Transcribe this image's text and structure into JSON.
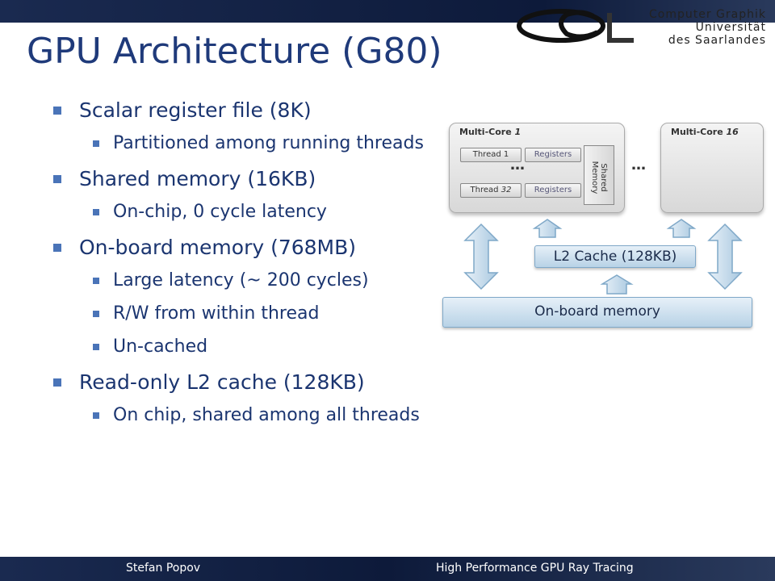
{
  "logo": {
    "line1": "Computer Graphik",
    "line2": "Universität",
    "line3": "des Saarlandes"
  },
  "title": "GPU Architecture (G80)",
  "bullets": [
    {
      "text": "Scalar register file (8K)",
      "sub": [
        "Partitioned among running threads"
      ]
    },
    {
      "text": "Shared memory (16KB)",
      "sub": [
        "On-chip, 0 cycle latency"
      ]
    },
    {
      "text": "On-board memory (768MB)",
      "sub": [
        "Large latency (~ 200 cycles)",
        "R/W from within thread",
        "Un-cached"
      ]
    },
    {
      "text": "Read-only L2 cache (128KB)",
      "sub": [
        "On chip, shared among all threads"
      ]
    }
  ],
  "diagram": {
    "multicore1_label": "Multi-Core",
    "multicore1_num": "1",
    "multicore16_label": "Multi-Core",
    "multicore16_num": "16",
    "thread1": "Thread 1",
    "thread32_prefix": "Thread",
    "thread32_num": "32",
    "registers_1": "Registers",
    "registers_2": "Registers",
    "shared_memory": "Shared Memory",
    "ellipsis_1": "…",
    "ellipsis_2": "…",
    "l2_cache": "L2 Cache (128KB)",
    "onboard_memory": "On-board memory"
  },
  "footer": {
    "author": "Stefan Popov",
    "talk": "High Performance GPU Ray Tracing"
  },
  "colors": {
    "title": "#1f3a7a",
    "bar": "#0d1a3a",
    "accent": "#4a74b8"
  }
}
